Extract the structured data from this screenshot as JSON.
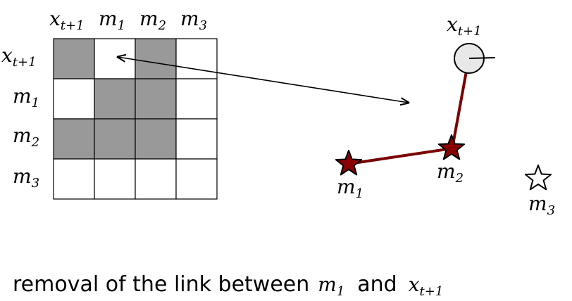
{
  "matrix": {
    "col_headers": [
      {
        "base": "x",
        "sub": "t+1"
      },
      {
        "base": "m",
        "sub": "1"
      },
      {
        "base": "m",
        "sub": "2"
      },
      {
        "base": "m",
        "sub": "3"
      }
    ],
    "row_headers": [
      {
        "base": "x",
        "sub": "t+1"
      },
      {
        "base": "m",
        "sub": "1"
      },
      {
        "base": "m",
        "sub": "2"
      },
      {
        "base": "m",
        "sub": "3"
      }
    ],
    "cells": [
      [
        1,
        0,
        1,
        0
      ],
      [
        0,
        1,
        1,
        0
      ],
      [
        1,
        1,
        1,
        0
      ],
      [
        0,
        0,
        0,
        0
      ]
    ],
    "fill_color": "#999999",
    "empty_color": "#ffffff"
  },
  "graph": {
    "pose": {
      "base": "x",
      "sub": "t+1"
    },
    "landmarks": [
      {
        "base": "m",
        "sub": "1"
      },
      {
        "base": "m",
        "sub": "2"
      },
      {
        "base": "m",
        "sub": "3"
      }
    ],
    "link_color": "#7a0000",
    "star_fill": "#8b0000",
    "pose_fill": "#e8e8e8"
  },
  "caption": {
    "text": "removal of the link between",
    "m_base": "m",
    "m_sub": "1",
    "and": "and",
    "x_base": "x",
    "x_sub": "t+1"
  }
}
